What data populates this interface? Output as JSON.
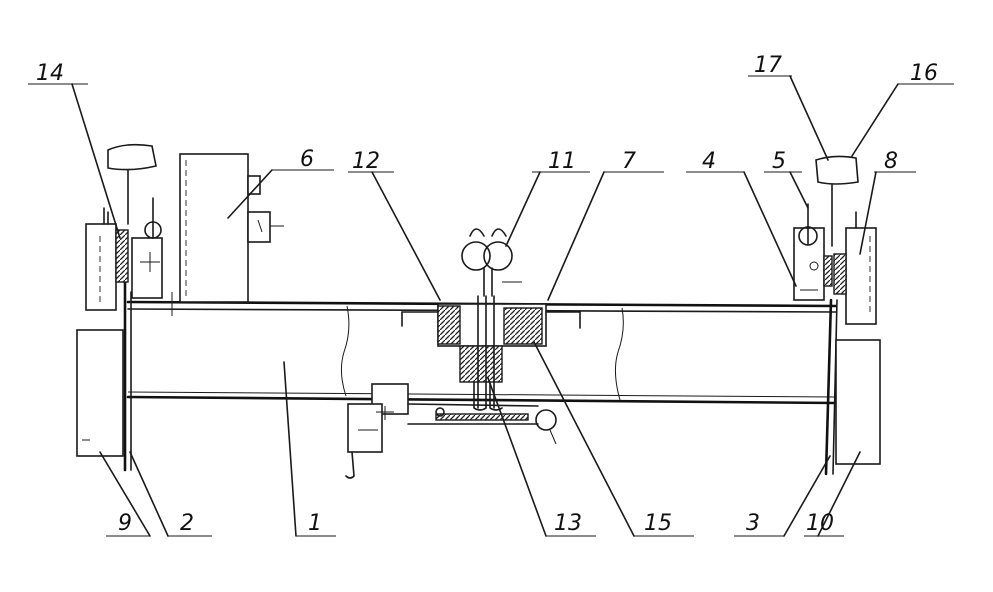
{
  "callouts": [
    {
      "id": "c14",
      "label": "14"
    },
    {
      "id": "c6",
      "label": "6"
    },
    {
      "id": "c12",
      "label": "12"
    },
    {
      "id": "c11",
      "label": "11"
    },
    {
      "id": "c7",
      "label": "7"
    },
    {
      "id": "c4",
      "label": "4"
    },
    {
      "id": "c5",
      "label": "5"
    },
    {
      "id": "c17",
      "label": "17"
    },
    {
      "id": "c16",
      "label": "16"
    },
    {
      "id": "c8",
      "label": "8"
    },
    {
      "id": "c9",
      "label": "9"
    },
    {
      "id": "c2",
      "label": "2"
    },
    {
      "id": "c1",
      "label": "1"
    },
    {
      "id": "c13",
      "label": "13"
    },
    {
      "id": "c15",
      "label": "15"
    },
    {
      "id": "c3",
      "label": "3"
    },
    {
      "id": "c10",
      "label": "10"
    }
  ]
}
